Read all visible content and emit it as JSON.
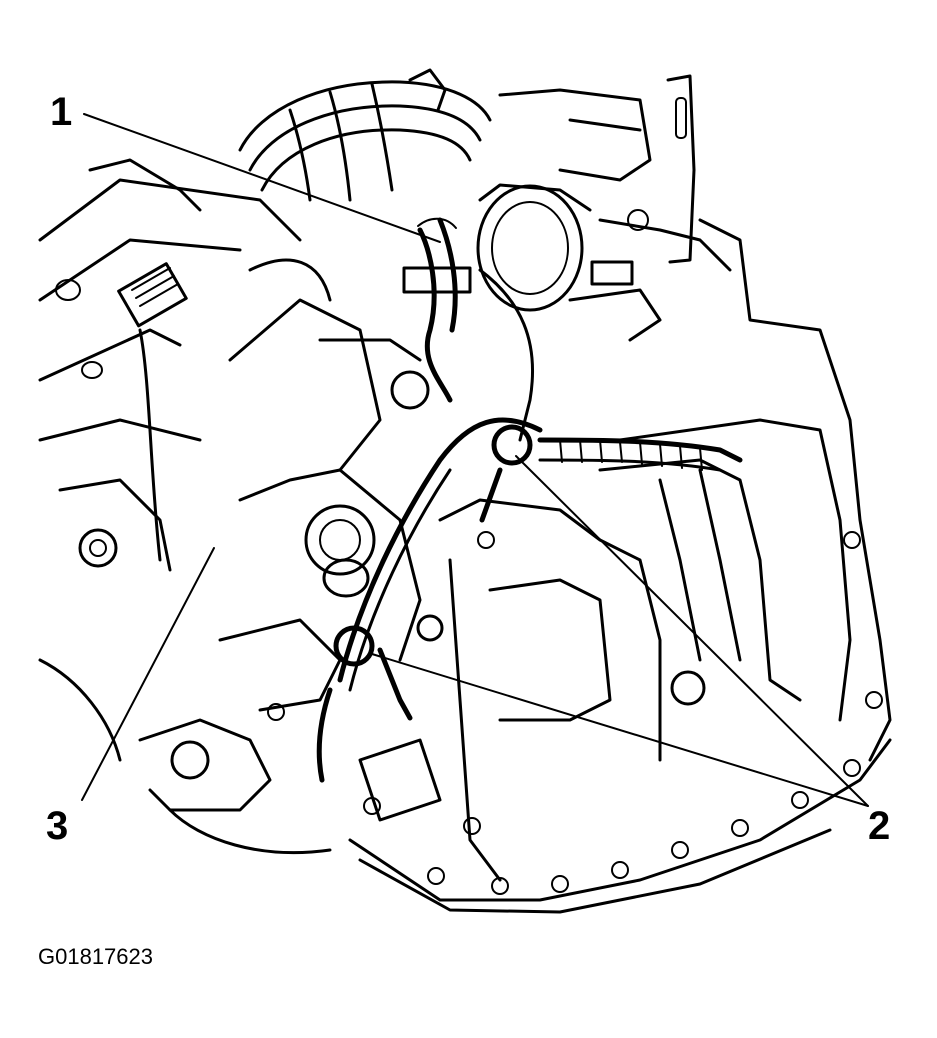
{
  "callouts": [
    {
      "label": "1"
    },
    {
      "label": "2"
    },
    {
      "label": "3"
    }
  ],
  "figure_id": "G01817623"
}
